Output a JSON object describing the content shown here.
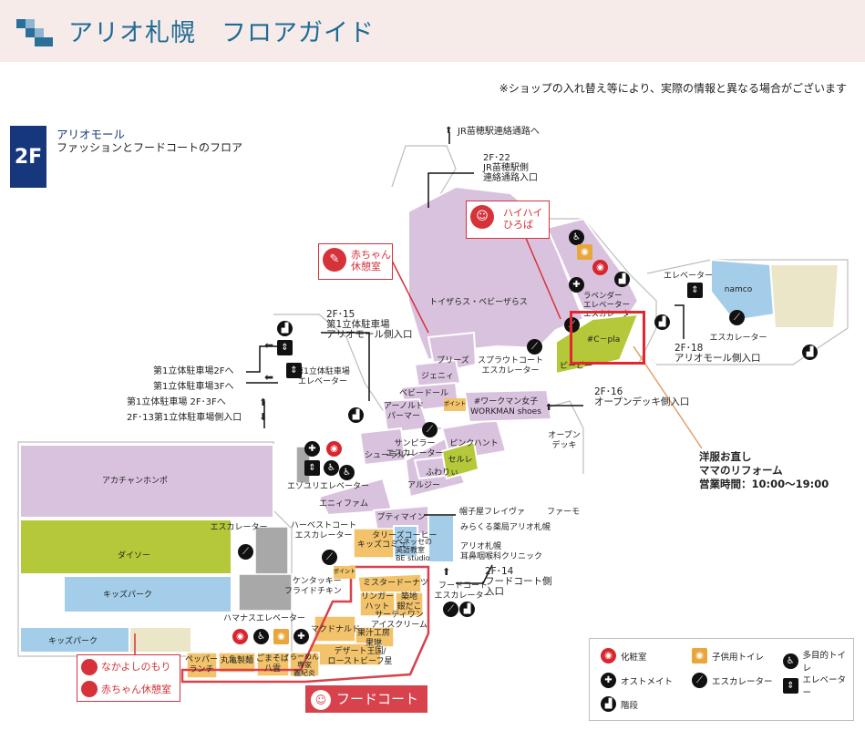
{
  "header": {
    "title": "アリオ札幌　フロアガイド"
  },
  "notice": "※ショップの入れ替え等により、実際の情報と異なる場合がございます",
  "floor": {
    "badge": "2F",
    "name": "アリオモール",
    "description": "ファッションとフードコートのフロア"
  },
  "colors": {
    "shop": "#d9c2de",
    "green": "#b4c83a",
    "blue": "#a3cde9",
    "beige": "#ece6c8",
    "grey": "#a8a8a8",
    "yellow": "#f2c36b",
    "red": "#d6323a",
    "navy": "#17377d",
    "header_bg": "#f7ebea"
  },
  "shops": {
    "toys": "トイザらス・ベビーザらス",
    "breeze": "ブリーズ",
    "jenni": "ジェニィ",
    "babydoll": "ベビードール",
    "arnold": "アーノルド\nパーマー",
    "shoolalie": "シューラルー",
    "anyfam": "エニィファム",
    "algy": "アルジー",
    "fuwawai": "ふわりぃ",
    "serure": "セルレ",
    "pinkhunt": "ピンクハント",
    "workman": "#ワークマン女子\nWORKMAN shoes",
    "pitimine": "プティマイン",
    "akachan": "アカチャンホンポ",
    "daiso": "ダイソー",
    "kidspark1": "キッズパーク",
    "kidspark2": "キッズパーク",
    "namco": "namco",
    "cpla": "#C－pla",
    "bibi": "ピーピー",
    "tullys": "タリーズコーヒー",
    "kidscomi": "キッズコミュ",
    "benesse": "ベネッセの\n英語教室\nBE studio",
    "boshiya": "帽子屋フレイヴァ",
    "pharmo": "ファーモ",
    "mirakuru": "みらくる薬局アリオ札幌",
    "ent": "アリオ札幌\n耳鼻咽喉科クリニック",
    "kfc": "ケンタッキー\nフライドチキン",
    "misdo": "ミスタードーナツ",
    "ringer": "リンガー\nハット",
    "tsukiji": "築地\n銀だこ",
    "thirty": "サーティワン\nアイスクリーム",
    "mac": "マクドナルド",
    "kajuu": "果汁工房\n果琳",
    "dessert": "デザート王国/\nローストビーフ星",
    "pepper": "ペッパー\nランチ",
    "marugame": "丸亀製麺",
    "gomasoba": "ごまそば\n八雲",
    "ramen": "らーめん\n専家\n麗紀炎"
  },
  "facilities": {
    "escalator_harvest": "ハーベストコート\nエスカレーター",
    "escalator_sunpiller": "サンピラー\nエスカレーター",
    "escalator_sprout": "スプラウトコート\nエスカレーター",
    "elevator_lavender": "ラベンダー\nエレベーター\nエスカレーター",
    "elevator_ezoyuri": "エゾユリエレベーター",
    "elevator_hamanasu": "ハマナスエレベーター",
    "escalator_left": "エスカレーター",
    "escalator_fc": "フードコート\nエスカレーター",
    "elevator_right": "エレベーター",
    "escalator_right": "エスカレーター",
    "parking_elevator": "第1立体駐車場\nエレベーター",
    "open_deck": "オープン\nデッキ",
    "workman_tag": "ポイント"
  },
  "entrances": {
    "jr": "JR苗穂駅連絡通路へ",
    "e22": "2F･22\nJR苗穂駅側\n連絡通路入口",
    "e15": "2F･15\n第1立体駐車場\nアリオモール側入口",
    "p2": "第1立体駐車場2Fへ",
    "p3": "第1立体駐車場3Fへ",
    "p23": "第1立体駐車場 2F･3Fへ",
    "e13": "2F･13第1立体駐車場側入口",
    "e16": "2F･16\nオープンデッキ側入口",
    "e18": "2F･18\nアリオモール側入口",
    "e14": "2F･14\nフードコート側\n入口"
  },
  "callouts": {
    "baby_rest_top": "赤ちゃん\n休憩室",
    "haihai": "ハイハイ\nひろば",
    "nakayoshi": "なかよしのもり",
    "baby_rest_bottom": "赤ちゃん休憩室",
    "foodcourt": "フードコート"
  },
  "highlight": {
    "line1": "洋服お直し",
    "line2": "ママのリフォーム",
    "hours": "営業時間：10:00～19:00"
  },
  "legend": {
    "powder": "化粧室",
    "kids_toilet": "子供用トイレ",
    "multi_toilet": "多目的トイレ",
    "ostomate": "オストメイト",
    "escalator": "エスカレーター",
    "elevator": "エレベーター",
    "stairs": "階段"
  },
  "icons": [
    "stairs-icon",
    "elevator-icon",
    "escalator-icon",
    "wheelchair-icon",
    "restroom-icon",
    "ostomate-icon",
    "kids-toilet-icon",
    "baby-bottle-icon",
    "baby-icon",
    "food-court-icon",
    "arrow-icon"
  ]
}
